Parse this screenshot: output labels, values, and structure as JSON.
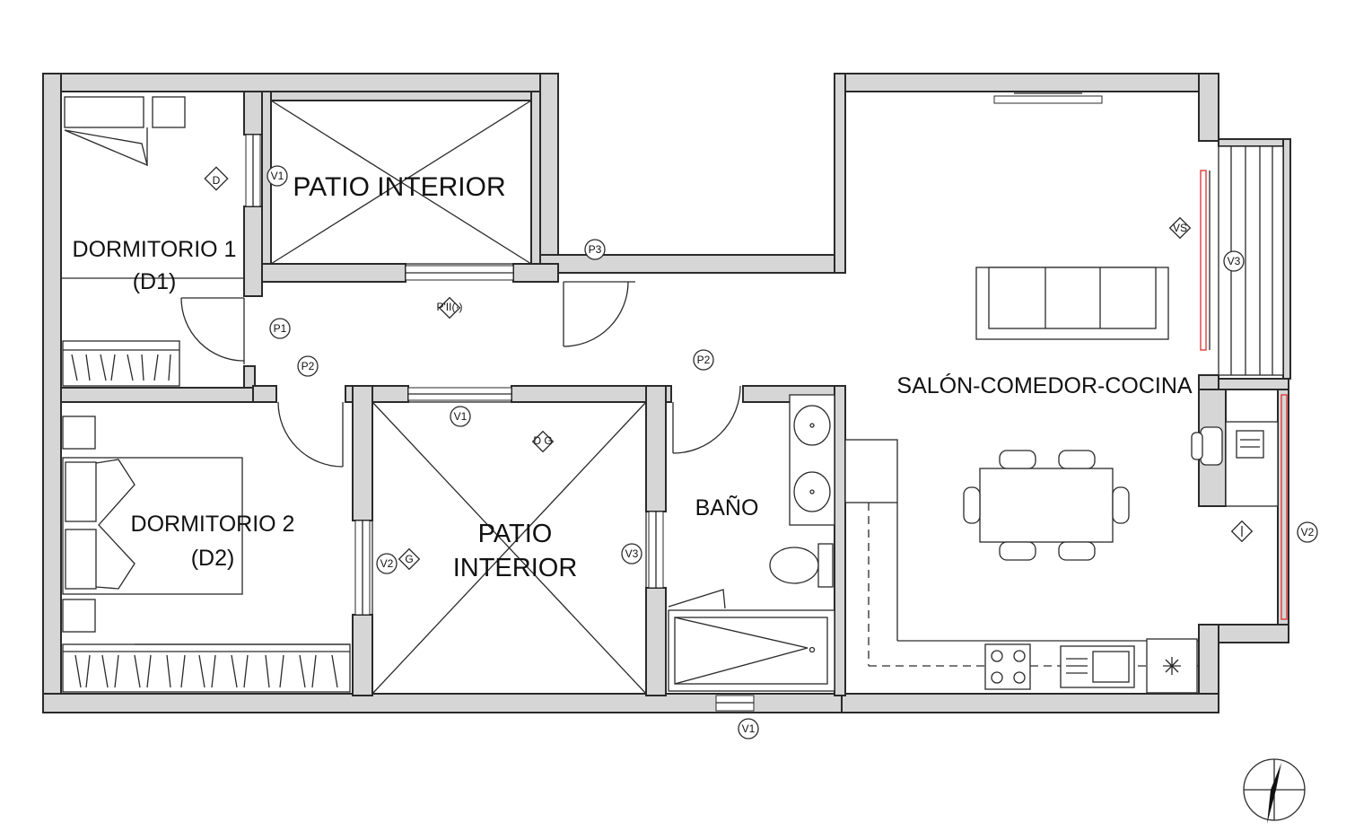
{
  "rooms": {
    "d1": "DORMITORIO 1",
    "d1_code": "(D1)",
    "d2": "DORMITORIO 2",
    "d2_code": "(D2)",
    "patio_top": "PATIO INTERIOR",
    "patio_center_1": "PATIO",
    "patio_center_2": "INTERIOR",
    "bano": "BAÑO",
    "salon": "SALÓN-COMEDOR-COCINA"
  },
  "tags": {
    "v1_top": "V1",
    "p3": "P3",
    "p1": "P1",
    "p2_left": "P2",
    "p2_center": "P2",
    "v1_center": "V1",
    "v2_left": "V2",
    "v3_center": "V3",
    "v3_right": "V3",
    "v2_right": "V2",
    "v1_bottom": "V1"
  },
  "sensor_tags": {
    "corridor": "P'II(·)",
    "bedroom1": "D",
    "salon_window": "VS",
    "patio": "D G",
    "bedroom2": "G"
  }
}
